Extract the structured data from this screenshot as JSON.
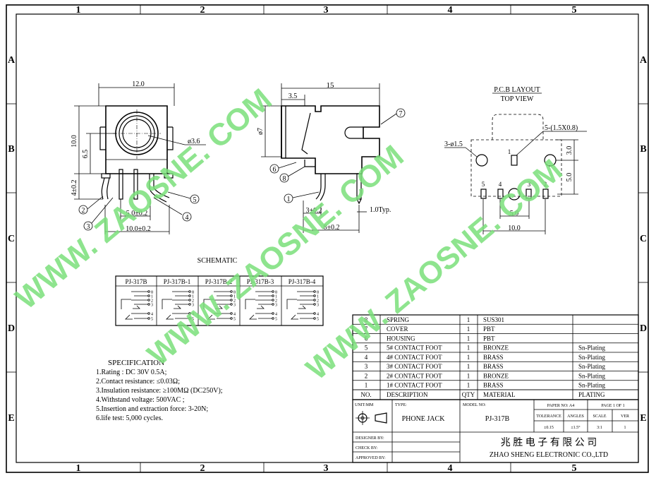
{
  "frame": {
    "columns": [
      "1",
      "2",
      "3",
      "4",
      "5"
    ],
    "rows": [
      "A",
      "B",
      "C",
      "D",
      "E"
    ]
  },
  "watermark": {
    "text_1": "WWW. ZAOSNE. COM",
    "text_2": "WWW. ZAOSNE. COM",
    "text_3": "WWW. ZAOSNE. COM"
  },
  "front_view": {
    "dim_width": "12.0",
    "dim_height": "10.0",
    "dim_center": "6.5",
    "dim_pin_len": "4±0.2",
    "dim_hole": "ø3.6",
    "dim_pitch": "5.0±0.2",
    "dim_pin_span": "10.0±0.2",
    "callout_2": "2",
    "callout_3": "3",
    "callout_4": "4",
    "callout_5": "5"
  },
  "side_view": {
    "dim_length": "15",
    "dim_lip": "3.5",
    "dim_dia": "ø7",
    "dim_pin_off": "3±0.2",
    "dim_base": "8±0.2",
    "dim_pin_thk": "1.0Typ.",
    "callout_1": "1",
    "callout_6": "6",
    "callout_7": "7",
    "callout_8": "8"
  },
  "pcb_layout": {
    "title": "P.C.B LAYOUT",
    "subtitle": "TOP VIEW",
    "dim_slot": "5-(1.5X0.8)",
    "dim_hole": "3-ø1.5",
    "dim_v1": "3.0",
    "dim_v2": "5.0",
    "dim_h1": "5.0",
    "dim_h2": "10.0",
    "pin_labels": [
      "5",
      "4",
      "3",
      "2",
      "1"
    ]
  },
  "schematic": {
    "title": "SCHEMATIC",
    "headers": [
      "PJ-317B",
      "PJ-317B-1",
      "PJ-317B-2",
      "PJ-317B-3",
      "PJ-317B-4"
    ],
    "pin_numbers": [
      "8",
      "1",
      "2",
      "3",
      "4",
      "5"
    ]
  },
  "specification": {
    "title": "SPECIFICATION",
    "items": [
      "1.Rating : DC 30V 0.5A;",
      "2.Contact resistance: ≤0.03Ω;",
      "3.Insulation resistance: ≥100MΩ (DC250V);",
      "4.Withstand voltage: 500VAC ;",
      "5.Insertion and extraction force: 3-20N;",
      "6.life test: 5,000 cycles."
    ]
  },
  "bom": {
    "rows": [
      {
        "no": "8",
        "desc": "SPRING",
        "qty": "1",
        "material": "SUS301",
        "plating": ""
      },
      {
        "no": "7",
        "desc": "COVER",
        "qty": "1",
        "material": "PBT",
        "plating": ""
      },
      {
        "no": "6",
        "desc": "HOUSING",
        "qty": "1",
        "material": "PBT",
        "plating": ""
      },
      {
        "no": "5",
        "desc": "5# CONTACT FOOT",
        "qty": "1",
        "material": "BRONZE",
        "plating": "Sn-Plating"
      },
      {
        "no": "4",
        "desc": "4# CONTACT FOOT",
        "qty": "1",
        "material": "BRASS",
        "plating": "Sn-Plating"
      },
      {
        "no": "3",
        "desc": "3# CONTACT FOOT",
        "qty": "1",
        "material": "BRASS",
        "plating": "Sn-Plating"
      },
      {
        "no": "2",
        "desc": "2# CONTACT FOOT",
        "qty": "1",
        "material": "BRONZE",
        "plating": "Sn-Plating"
      },
      {
        "no": "1",
        "desc": "1# CONTACT FOOT",
        "qty": "1",
        "material": "BRASS",
        "plating": "Sn-Plating"
      }
    ],
    "header": {
      "no": "NO.",
      "desc": "DESCRIPTION",
      "qty": "QTY",
      "material": "MATERIAL",
      "plating": "PLATING"
    }
  },
  "title_block": {
    "unit_label": "UNIT:MM",
    "type_label": "TYPE:",
    "type_value": "PHONE JACK",
    "model_label": "MODEL NO:",
    "model_value": "PJ-317B",
    "paper_label": "PAPER NO: A4",
    "page_label": "PAGE 1 OF 1",
    "tolerance_label": "TOLERANCE",
    "angles_label": "ANGLES",
    "scale_label": "SCALE",
    "ver_label": "VER",
    "tolerance_value": "±0.15",
    "angles_value": "±1.5°",
    "scale_value": "3:1",
    "ver_value": "1",
    "designer_label": "DESIGNER BY:",
    "check_label": "CHECK   BY:",
    "approved_label": "APPROVED BY:",
    "company_cn": "兆 胜 电 子 有 限 公 司",
    "company_en": "ZHAO SHENG ELECTRONIC CO.,LTD"
  }
}
